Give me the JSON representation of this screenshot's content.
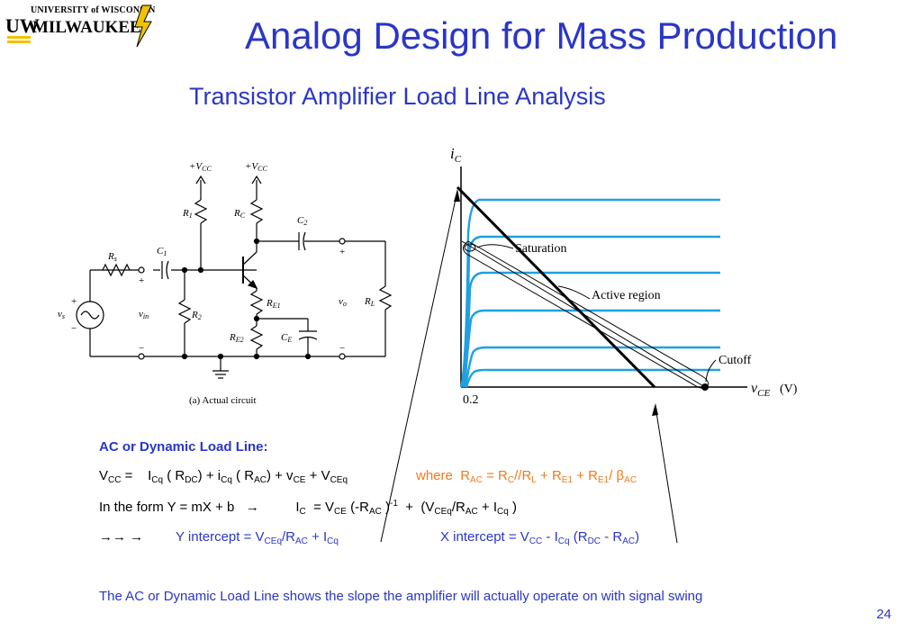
{
  "logo": {
    "top": "UNIVERSITY of WISCONSIN",
    "uw": "UW",
    "main": "MILWAUKEE"
  },
  "title": "Analog Design for Mass Production",
  "subtitle": "Transistor Amplifier Load Line Analysis",
  "circuit": {
    "vcc1": "+V",
    "vcc1_sub": "CC",
    "vcc2": "+V",
    "vcc2_sub": "CC",
    "r1": "R",
    "r1_sub": "1",
    "rc": "R",
    "rc_sub": "C",
    "c2": "C",
    "c2_sub": "2",
    "rs": "R",
    "rs_sub": "s",
    "c1": "C",
    "c1_sub": "1",
    "re1": "R",
    "re1_sub": "E1",
    "vo": "v",
    "vo_sub": "o",
    "rl": "R",
    "rl_sub": "L",
    "vs": "v",
    "vs_sub": "s",
    "vin": "v",
    "vin_sub": "in",
    "r2": "R",
    "r2_sub": "2",
    "re2": "R",
    "re2_sub": "E2",
    "ce": "C",
    "ce_sub": "E",
    "plus": "+",
    "minus": "−",
    "caption": "(a) Actual circuit"
  },
  "graph": {
    "ic": "i",
    "ic_sub": "C",
    "vce": "v",
    "vce_sub": "CE",
    "vce_unit": "(V)",
    "x_tick": "0.2",
    "saturation": "Saturation",
    "active": "Active region",
    "cutoff": "Cutoff",
    "curve_color": "#1fa0e0"
  },
  "text": {
    "heading": "AC or Dynamic Load Line:",
    "eq1": {
      "v": "V",
      "cc": "CC",
      "eq": " =    I",
      "cq": "Cq",
      "a": " ( R",
      "dc": "DC",
      "b": ") + i",
      "cq2": "Cq",
      "c": " ( R",
      "ac": "AC",
      "d": ") + v",
      "ce": "CE",
      "e": " + V",
      "ceq": "CEq"
    },
    "where": {
      "a": "where  R",
      "ac": "AC",
      "b": " = R",
      "c": "C",
      "c2": "//R",
      "l": "L",
      "d": " + R",
      "e1": "E1",
      "e": " + R",
      "e1b": "E1",
      "f": "/ β",
      "ac2": "AC"
    },
    "form": {
      "a": "In the form Y = mX + b",
      "arrow": "→",
      "ic": "I",
      "c": "C",
      "b": "  = V",
      "ce": "CE",
      "d": " (-R",
      "ac": "AC",
      "e": " )",
      "exp": "-1",
      "f": "  +  (V",
      "ceq": "CEq",
      "g": "/R",
      "ac2": "AC",
      "h": " + I",
      "cq": "Cq",
      "i": " )"
    },
    "arrows": "→→ →",
    "yint": {
      "a": "Y intercept = V",
      "ceq": "CEq",
      "b": "/R",
      "ac": "AC",
      "c": " + I",
      "cq": "Cq"
    },
    "xint": {
      "a": "X intercept = V",
      "cc": "CC",
      "b": " - I",
      "cq": "Cq",
      "c": " (R",
      "dc": "DC",
      "d": " - R",
      "ac": "AC",
      "e": ")"
    },
    "note": "The AC or Dynamic Load Line shows the slope the amplifier will actually operate on with signal swing"
  },
  "page_number": "24",
  "colors": {
    "title": "#2a36c8",
    "accent": "#ee7a1c",
    "logo_gold": "#f2c200"
  }
}
